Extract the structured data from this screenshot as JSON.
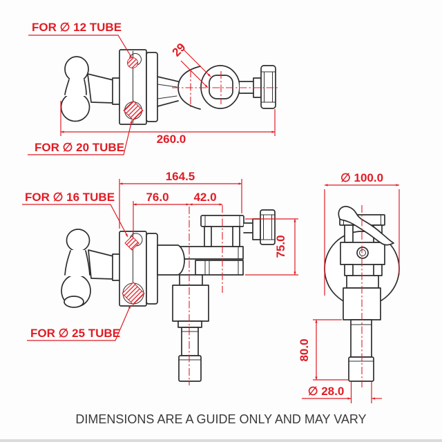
{
  "colors": {
    "annotation_red": "#e01b24",
    "drawing_line": "#2d2d2d",
    "footer_text": "#3a3a3a"
  },
  "footer": {
    "note": "DIMENSIONS ARE A GUIDE ONLY AND MAY VARY"
  },
  "views": {
    "side_top": {
      "labels": {
        "tube12": "FOR ∅ 12 TUBE",
        "tube20": "FOR ∅ 20 TUBE"
      },
      "dims": {
        "overall_length": "260.0",
        "hole_across": "29"
      }
    },
    "front": {
      "labels": {
        "tube16": "FOR ∅ 16 TUBE",
        "tube25": "FOR ∅ 25 TUBE"
      },
      "dims": {
        "overall_width": "164.5",
        "left_span": "76.0",
        "right_span": "42.0",
        "bracket_height": "75.0"
      }
    },
    "side_right": {
      "dims": {
        "head_diameter": "∅ 100.0",
        "spigot_length": "80.0",
        "spigot_diameter": "∅ 28.0"
      }
    }
  }
}
